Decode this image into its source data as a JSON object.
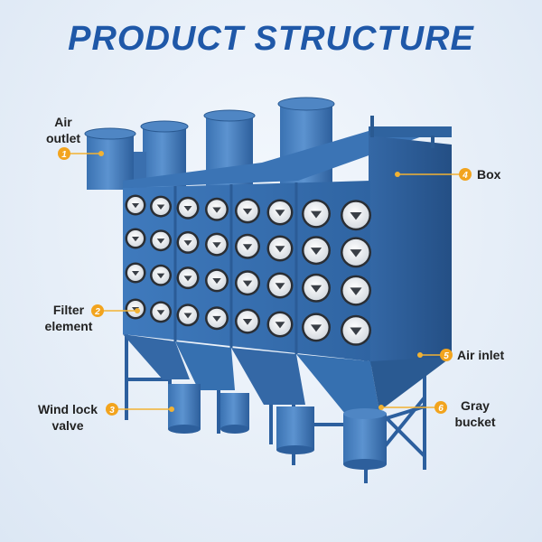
{
  "title": "PRODUCT  STRUCTURE",
  "colors": {
    "title": "#1f58a8",
    "body": "#3a73b4",
    "body_dark": "#2a5a92",
    "body_light": "#5a92cf",
    "callout": "#f2a41e",
    "callout_line": "#f2b233",
    "filter_face": "#eef0f2",
    "filter_ring": "#2a2e34"
  },
  "labels": {
    "air_outlet": {
      "line1": "Air",
      "line2": "outlet",
      "number": "1"
    },
    "filter_element": {
      "line1": "Filter",
      "line2": "element",
      "number": "2"
    },
    "wind_lock_valve": {
      "line1": "Wind lock",
      "line2": "valve",
      "number": "3"
    },
    "box": {
      "line1": "Box",
      "number": "4"
    },
    "air_inlet": {
      "line1": "Air inlet",
      "number": "5"
    },
    "gray_bucket": {
      "line1": "Gray",
      "line2": "bucket",
      "number": "6"
    }
  }
}
